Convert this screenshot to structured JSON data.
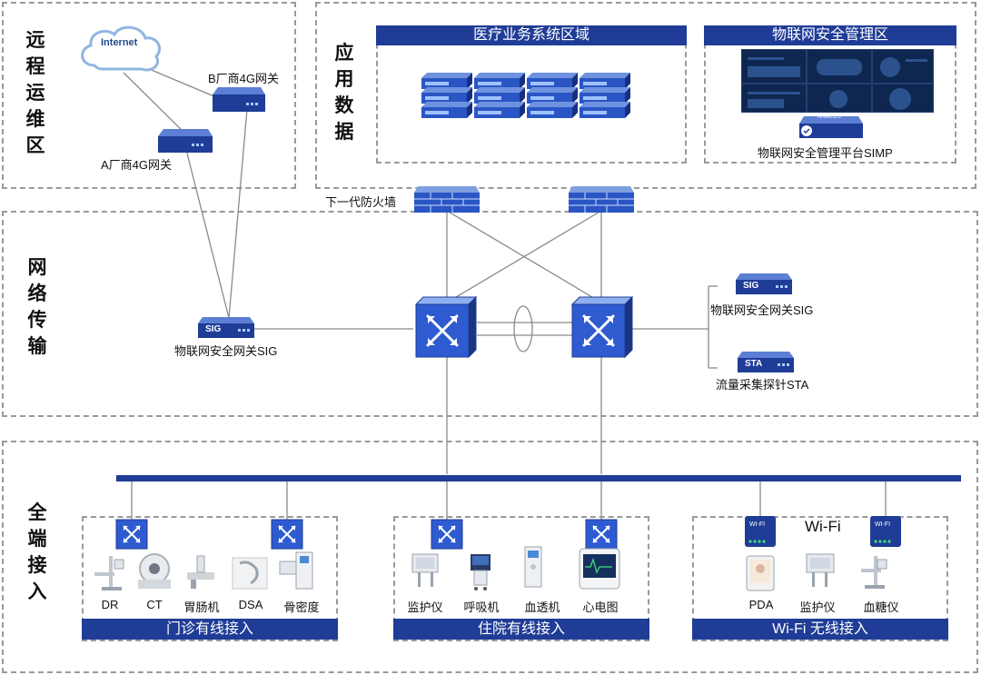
{
  "zones": {
    "remote": {
      "label": [
        "远",
        "程",
        "运",
        "维",
        "区"
      ]
    },
    "app": {
      "label": [
        "应",
        "用",
        "数",
        "据"
      ]
    },
    "network": {
      "label": [
        "网",
        "络",
        "传",
        "输"
      ]
    },
    "access": {
      "label": [
        "全",
        "端",
        "接",
        "入"
      ]
    }
  },
  "remote": {
    "internet_text": "Internet",
    "gateway_b": "B厂商4G网关",
    "gateway_a": "A厂商4G网关"
  },
  "app": {
    "medical_title": "医疗业务系统区域",
    "iot_title": "物联网安全管理区",
    "simp_label": "物联网安全管理平台SIMP",
    "badge_text": "ANMEDS"
  },
  "network": {
    "firewall_label": "下一代防火墙",
    "sig_left_label": "物联网安全网关SIG",
    "sig_right_label": "物联网安全网关SIG",
    "sta_label": "流量采集探针STA",
    "sig_tag": "SIG",
    "sta_tag": "STA"
  },
  "access": {
    "outpatient": {
      "title": "门诊有线接入",
      "devices": [
        "DR",
        "CT",
        "胃肠机",
        "DSA",
        "骨密度"
      ]
    },
    "inpatient": {
      "title": "住院有线接入",
      "devices": [
        "监护仪",
        "呼吸机",
        "血透机",
        "心电图"
      ]
    },
    "wifi": {
      "title": "Wi-Fi 无线接入",
      "heading": "Wi-Fi",
      "ap_tag": "WI-FI",
      "devices": [
        "PDA",
        "监护仪",
        "血糖仪"
      ]
    }
  }
}
